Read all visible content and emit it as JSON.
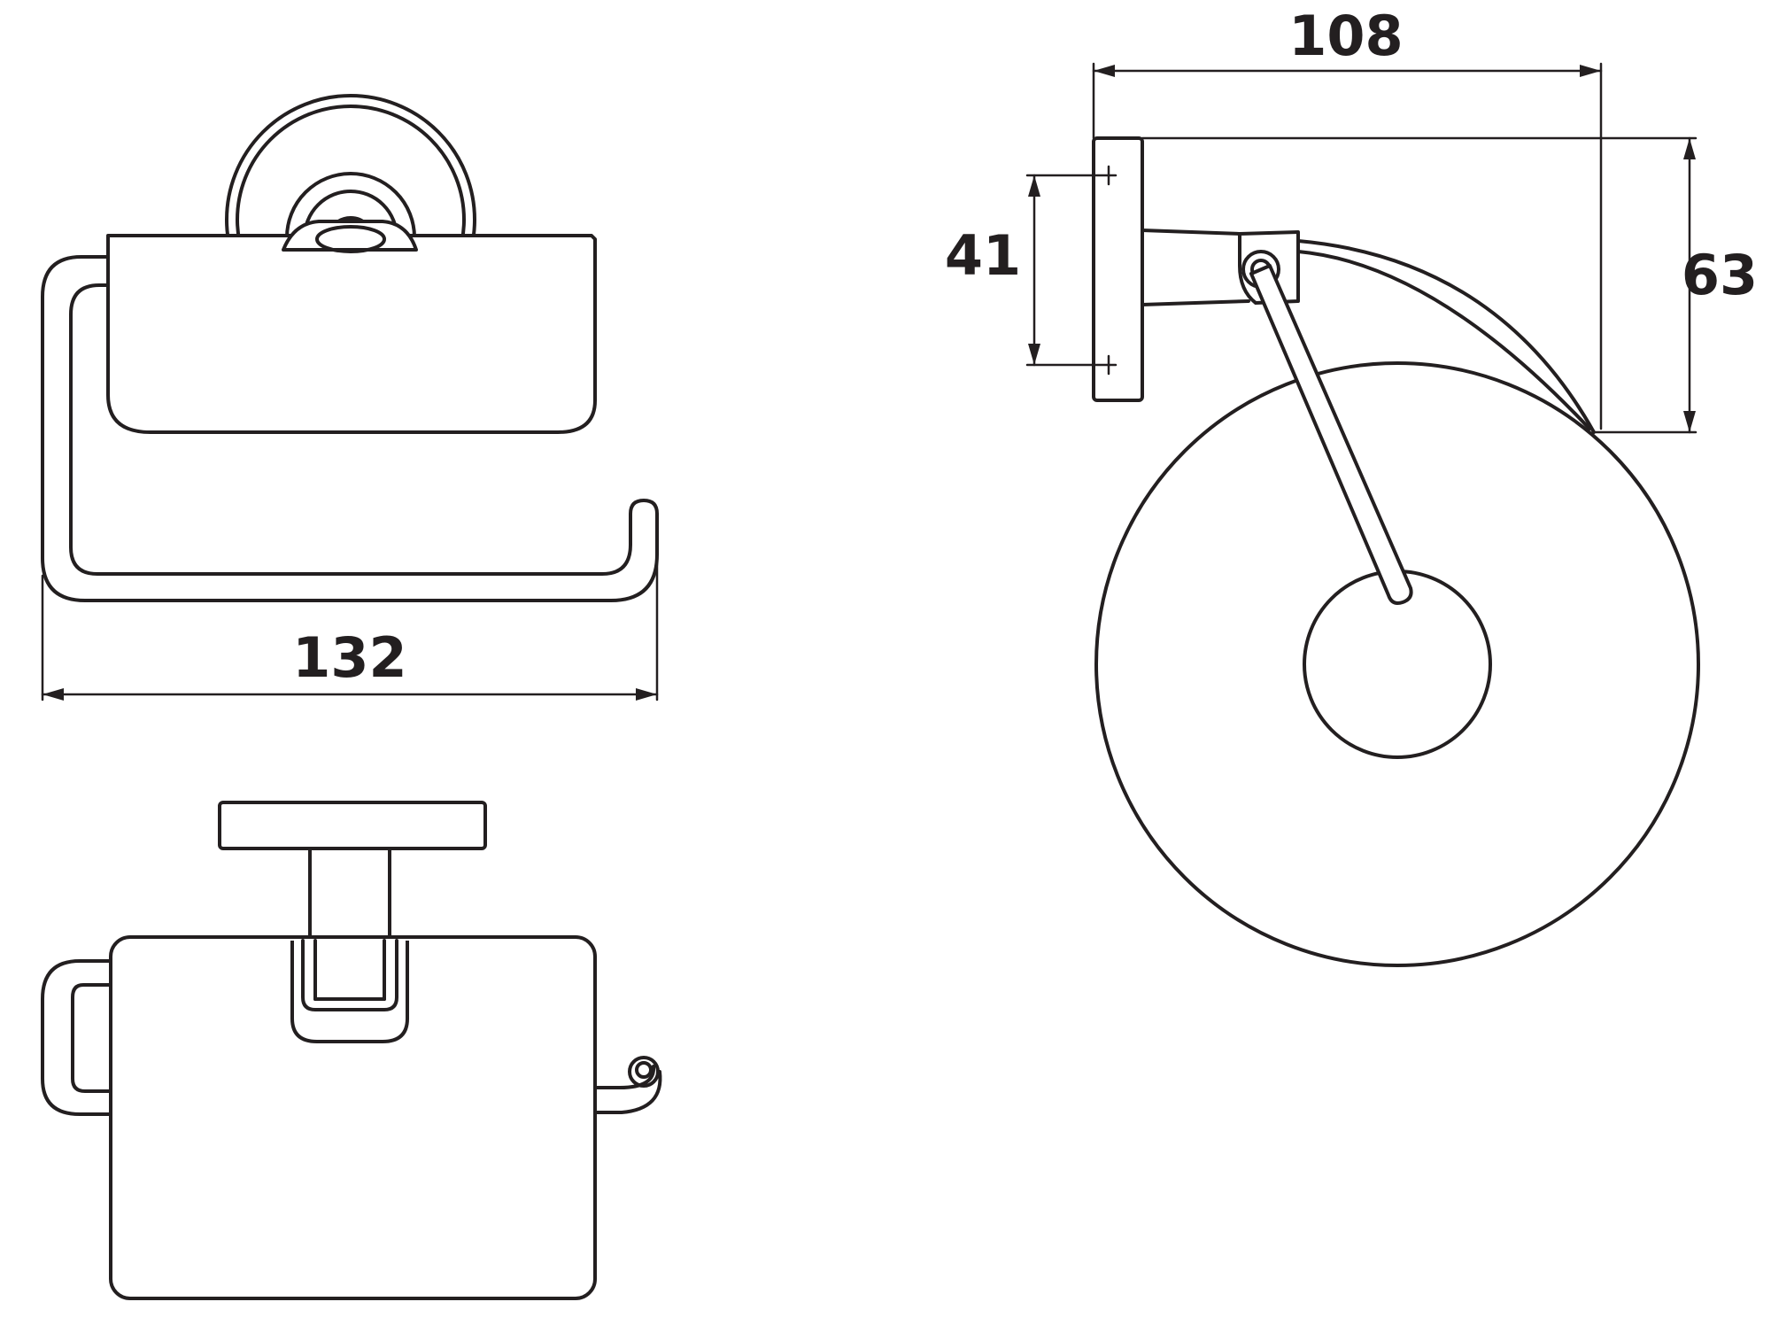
{
  "dimensions": {
    "front_width": "132",
    "side_depth": "108",
    "rosette_diameter": "41",
    "side_height": "63"
  },
  "colors": {
    "line": "#231f20",
    "background": "#ffffff"
  }
}
